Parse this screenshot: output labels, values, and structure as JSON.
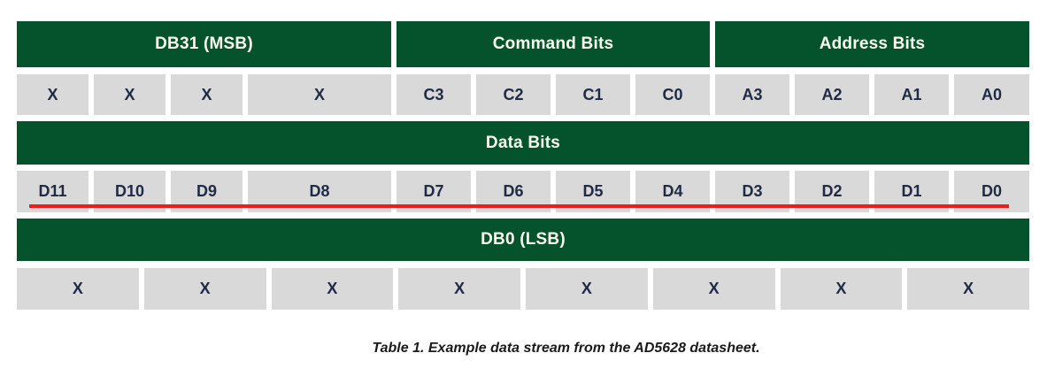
{
  "colors": {
    "header_bg": "#05532d",
    "header_text": "#fdfdf2",
    "cell_bg": "#d9d9d9",
    "cell_text": "#1f2a44",
    "red_line": "#ee1c1c",
    "page_bg": "#ffffff",
    "caption_text": "#1a1a1a"
  },
  "table": {
    "header_groups": [
      {
        "label": "DB31 (MSB)"
      },
      {
        "label": "Command Bits"
      },
      {
        "label": "Address Bits"
      }
    ],
    "bit_row_1": [
      "X",
      "X",
      "X",
      "X",
      "C3",
      "C2",
      "C1",
      "C0",
      "A3",
      "A2",
      "A1",
      "A0"
    ],
    "data_bits_header": "Data Bits",
    "bit_row_2": [
      "D11",
      "D10",
      "D9",
      "D8",
      "D7",
      "D6",
      "D5",
      "D4",
      "D3",
      "D2",
      "D1",
      "D0"
    ],
    "lsb_header": "DB0 (LSB)",
    "bit_row_3": [
      "X",
      "X",
      "X",
      "X",
      "X",
      "X",
      "X",
      "X"
    ]
  },
  "caption": "Table 1. Example data stream from the AD5628 datasheet."
}
